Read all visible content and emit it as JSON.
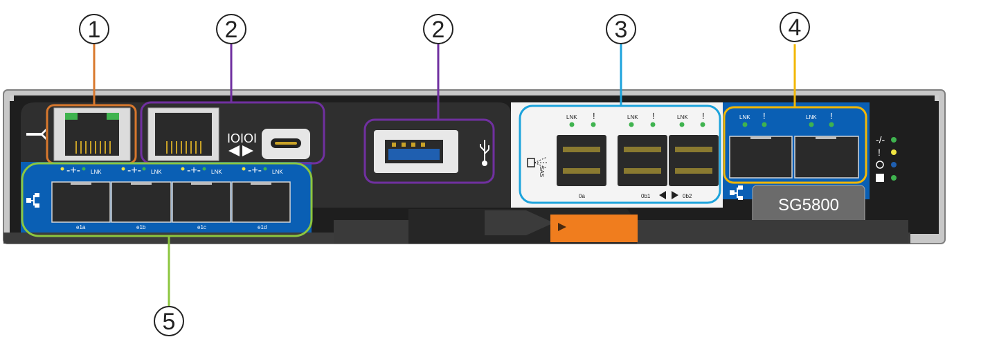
{
  "model_label": "SG5800",
  "callouts": [
    {
      "id": 1,
      "label": "1",
      "color": "#d9782d"
    },
    {
      "id": 2,
      "label": "2",
      "color": "#7030a0"
    },
    {
      "id": 3,
      "label": "2",
      "color": "#7030a0"
    },
    {
      "id": 4,
      "label": "3",
      "color": "#1ca3dc"
    },
    {
      "id": 5,
      "label": "4",
      "color": "#f2b705"
    },
    {
      "id": 6,
      "label": "5",
      "color": "#8cc63f"
    }
  ],
  "serial_port_label": "IOIOI",
  "port_labels": {
    "lnk": "LNK",
    "e1a": "e1a",
    "e1b": "e1b",
    "e1c": "e1c",
    "e1d": "e1d",
    "sas_0a": "0a",
    "sas_0b1": "0b1",
    "sas_0b2": "0b2",
    "sas_glyph": "SAS",
    "fault_mark": "!"
  },
  "colors": {
    "chassis": "#1e1e1e",
    "panel_dark": "#2f2f2f",
    "blue_panel": "#0a5fb4",
    "led_green": "#3fb34f",
    "led_yellow": "#f0e442",
    "led_blue": "#1f5fb0",
    "release_tab": "#f07d1e",
    "model_badge": "#6b6b6b"
  },
  "icons": [
    "wrench-icon",
    "network-icon",
    "usb-icon",
    "sas-icon",
    "power-icon",
    "fault-icon",
    "locate-icon",
    "chip-icon"
  ]
}
